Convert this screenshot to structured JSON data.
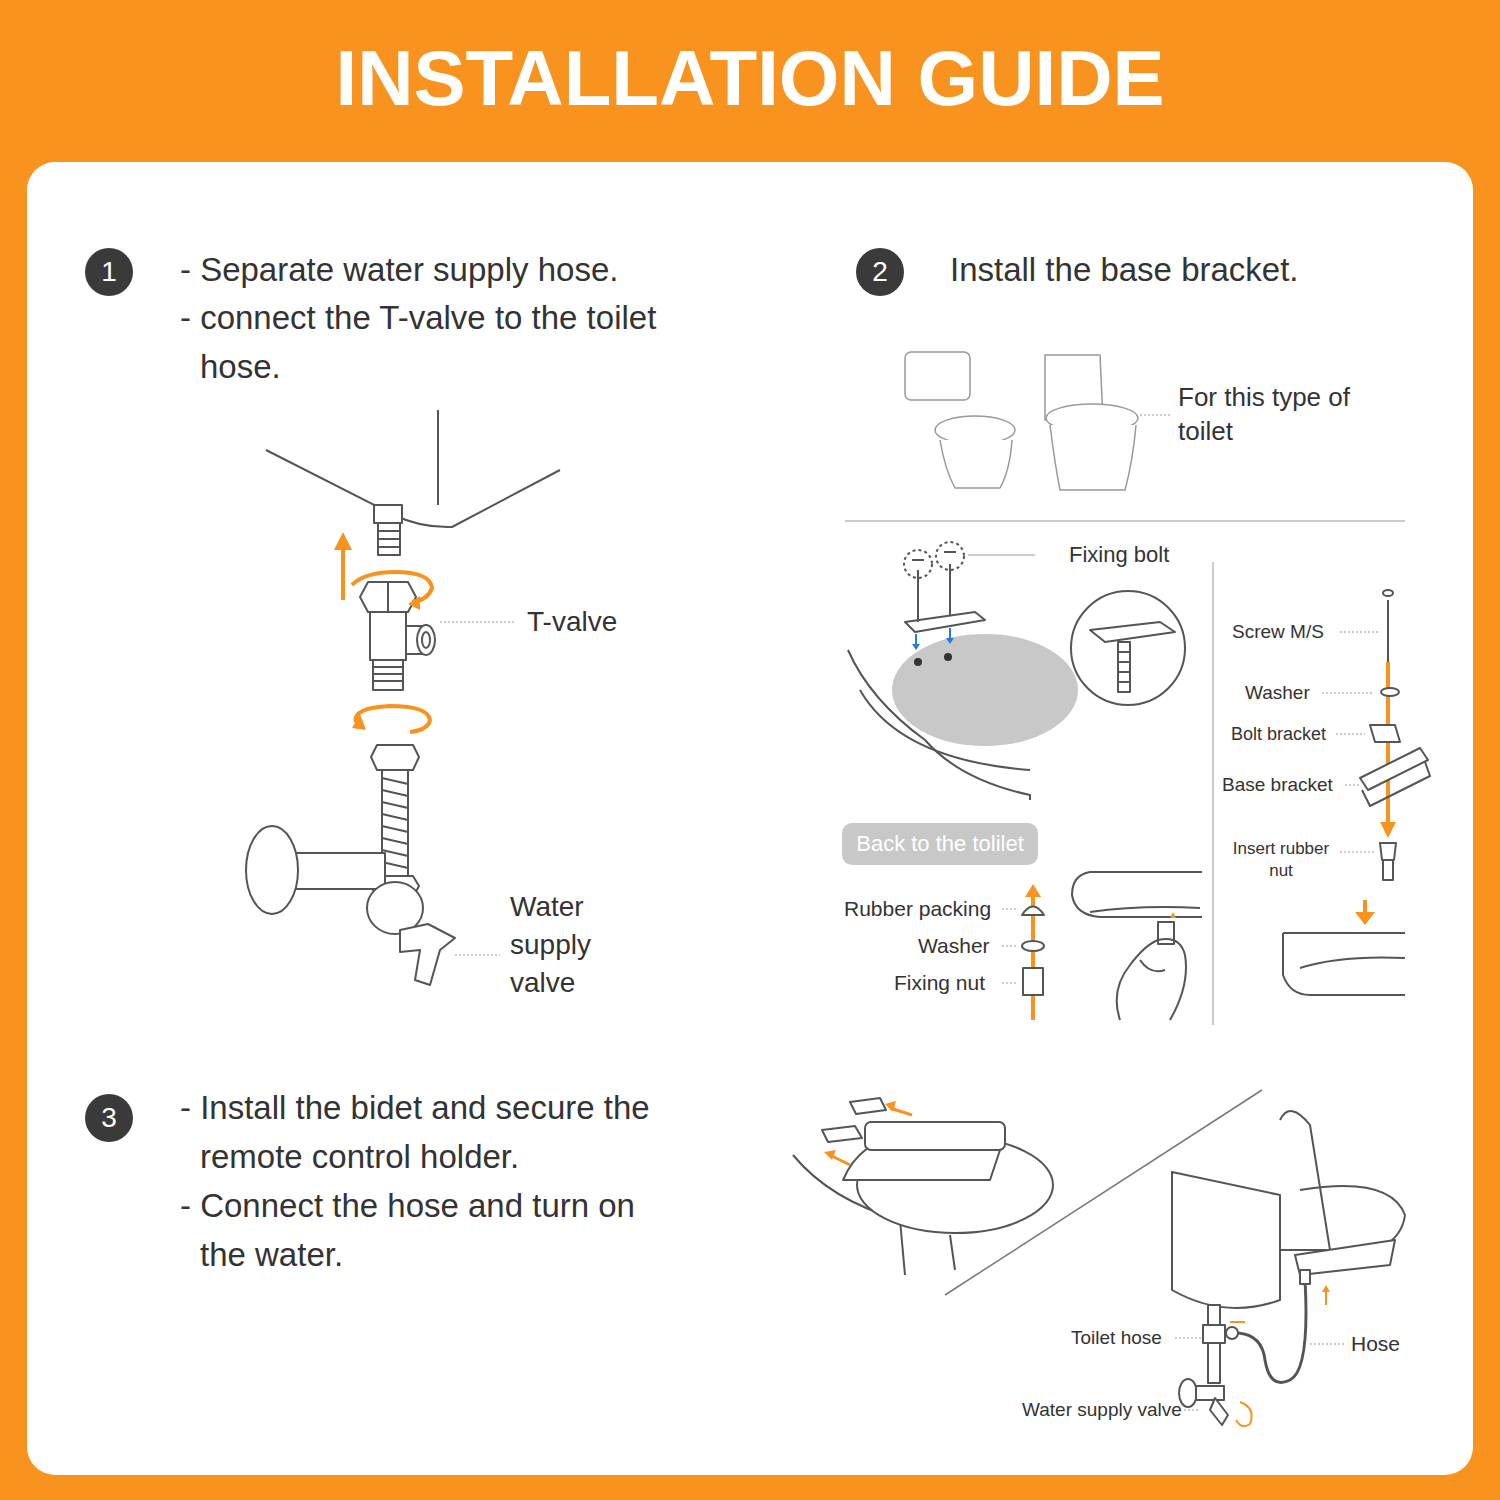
{
  "diagram": {
    "title": "INSTALLATION GUIDE",
    "nodes": [
      {
        "text": [
          "1"
        ]
      },
      {
        "text": [
          "2"
        ]
      },
      {
        "text": [
          "3"
        ]
      },
      {
        "text": [
          "Back to the tolilet"
        ]
      }
    ],
    "labels": [
      "- Separate water supply hose.",
      "- connect the T-valve to the toilet hose.",
      "T-valve",
      "Water supply valve",
      "Install the base bracket.",
      "For this type of toilet",
      "Fixing bolt",
      "Screw M/S",
      "Washer",
      "Bolt bracket",
      "Base bracket",
      "Insert rubber nut",
      "Rubber packing",
      "Washer",
      "Fixing nut",
      "- Install the bidet and secure the remote control holder.",
      "- Connect the hose and turn on the water.",
      "Toilet hose",
      "Hose",
      "Water supply valve"
    ]
  }
}
